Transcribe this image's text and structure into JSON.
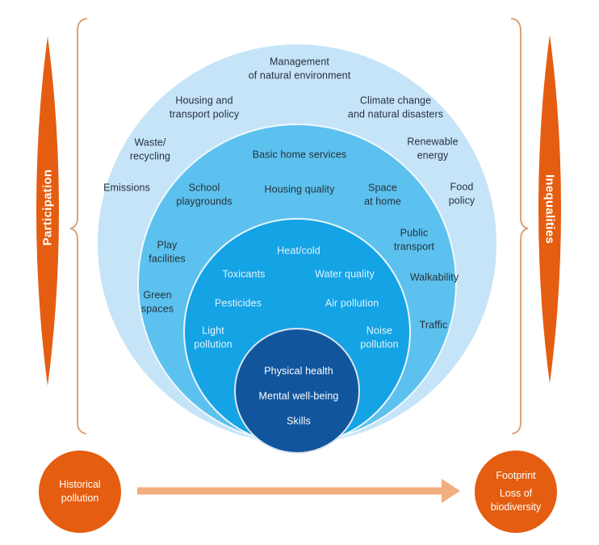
{
  "colors": {
    "ring_outer_blue": "#c6e4f8",
    "ring_community_blue": "#5cc1ee",
    "ring_exposure_blue": "#14a3e4",
    "core_navy": "#11559d",
    "accent_orange": "#e55d11",
    "arrow_light_orange": "#f3ae80",
    "bracket_tan": "#dba47a",
    "label_dark": "#25313c",
    "label_light": "#ffffff"
  },
  "side": {
    "participation": "Participation",
    "inequalities": "Inequalities"
  },
  "rings": {
    "outer": {
      "management": "Management\nof natural environment",
      "housing_transport": "Housing and\ntransport policy",
      "climate_change": "Climate change\nand natural disasters",
      "waste_recycling": "Waste/\nrecycling",
      "renewable_energy": "Renewable\nenergy",
      "emissions": "Emissions",
      "food_policy": "Food\npolicy"
    },
    "community": {
      "basic_home_services": "Basic home services",
      "school_playgrounds": "School\nplaygrounds",
      "housing_quality": "Housing quality",
      "space_at_home": "Space\nat home",
      "public_transport": "Public\ntransport",
      "play_facilities": "Play\nfacilities",
      "walkability": "Walkability",
      "green_spaces": "Green\nspaces",
      "traffic": "Traffic"
    },
    "exposures": {
      "heat_cold": "Heat/cold",
      "toxicants": "Toxicants",
      "water_quality": "Water quality",
      "pesticides": "Pesticides",
      "air_pollution": "Air pollution",
      "light_pollution": "Light\npollution",
      "noise_pollution": "Noise\npollution"
    },
    "core": {
      "physical_health": "Physical health",
      "mental_well_being": "Mental well-being",
      "skills": "Skills"
    }
  },
  "bottom": {
    "historical": "Historical\npollution",
    "footprint_line1": "Footprint",
    "footprint_line2": "Loss of\nbiodiversity"
  }
}
